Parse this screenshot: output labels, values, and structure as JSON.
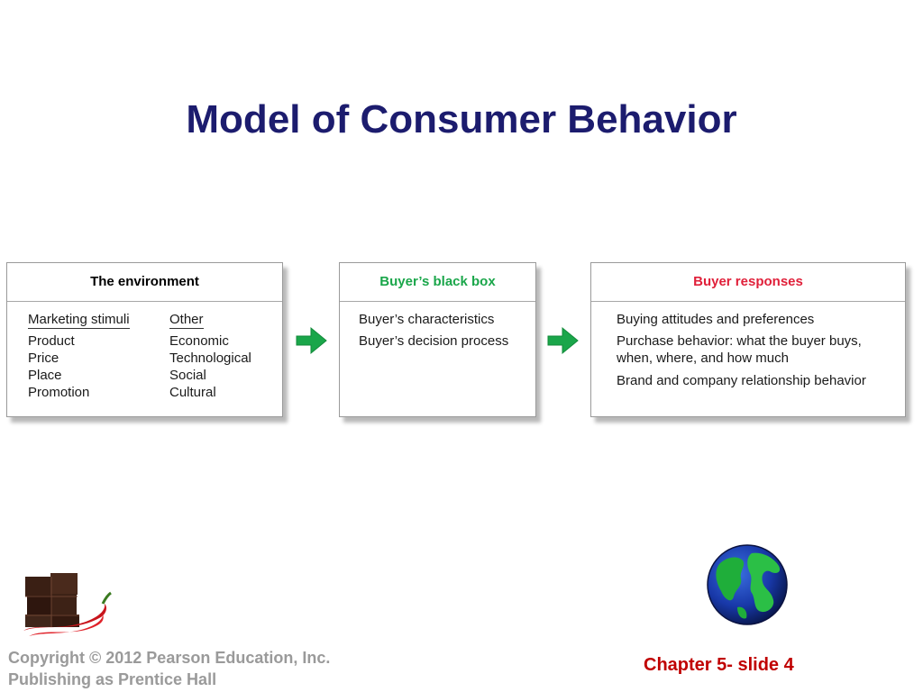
{
  "slide": {
    "title": "Model of Consumer Behavior"
  },
  "boxes": {
    "environment": {
      "title": "The environment",
      "title_color": "#000000",
      "columns": [
        {
          "header": "Marketing stimuli",
          "items": [
            "Product",
            "Price",
            "Place",
            "Promotion"
          ]
        },
        {
          "header": "Other",
          "items": [
            "Economic",
            "Technological",
            "Social",
            "Cultural"
          ]
        }
      ]
    },
    "black_box": {
      "title": "Buyer’s black box",
      "title_color": "#1aa64a",
      "items": [
        "Buyer’s characteristics",
        "Buyer’s decision process"
      ]
    },
    "responses": {
      "title": "Buyer responses",
      "title_color": "#e0203a",
      "items": [
        "Buying attitudes and preferences",
        "Purchase behavior: what the buyer buys, when, where, and how much",
        "Brand and company relationship behavior"
      ]
    }
  },
  "arrow_color": "#1aa64a",
  "footer": {
    "copyright_line1": "Copyright © 2012 Pearson Education, Inc.",
    "copyright_line2": "Publishing as Prentice Hall",
    "slide_number": "Chapter 5- slide 4"
  },
  "icons": {
    "food": "chocolate-and-chili-icon",
    "globe": "globe-icon"
  }
}
